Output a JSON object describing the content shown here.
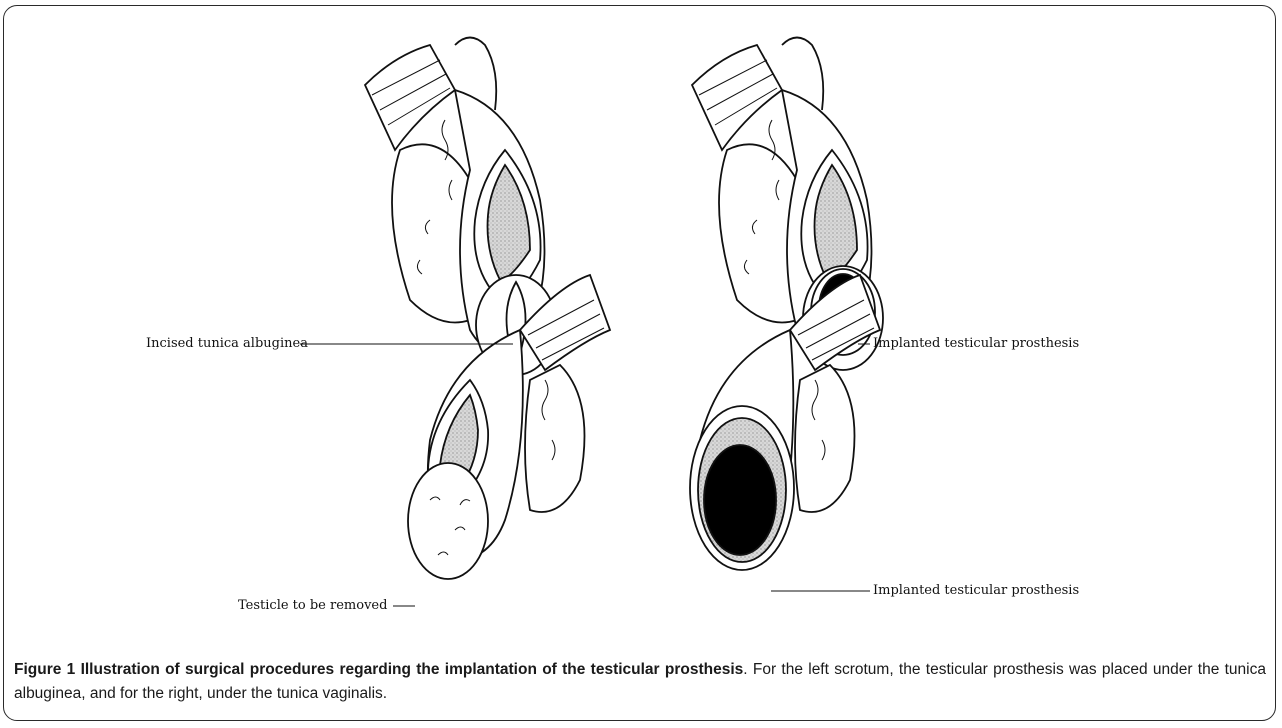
{
  "labels": {
    "top_left": "Incised tunica albuginea",
    "top_right": "Implanted testicular prosthesis",
    "bottom_left": "Testicle to be removed",
    "bottom_right": "Implanted testicular prosthesis"
  },
  "caption": {
    "bold": "Figure 1 Illustration of surgical procedures regarding the implantation of the testicular prosthesis",
    "text": ". For the left scrotum, the testicular prosthesis was placed under the tunica albuginea, and for the right, under the tunica vaginalis."
  }
}
